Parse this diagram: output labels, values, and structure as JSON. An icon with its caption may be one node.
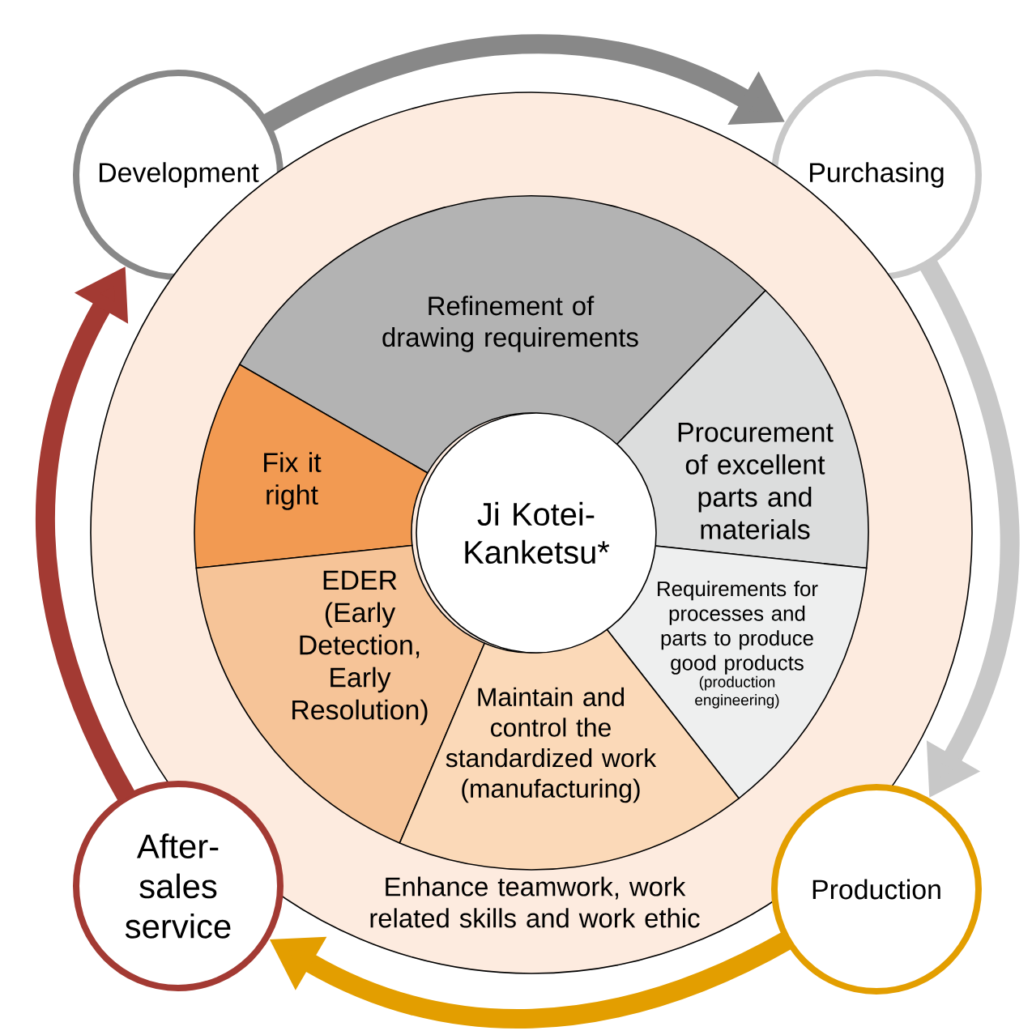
{
  "diagram": {
    "nodes": [
      {
        "text": [
          "Development"
        ]
      },
      {
        "text": [
          "Purchasing"
        ]
      },
      {
        "text": [
          "Enhance teamwork, work related skills and work ethic"
        ]
      },
      {
        "text": [
          "Refinement of drawing requirements"
        ],
        "in": 2
      },
      {
        "text": [
          "Fix it right"
        ],
        "in": 2
      },
      {
        "text": [
          "Procurement of excellent parts and materials"
        ],
        "in": 2
      },
      {
        "text": [
          "Ji Kotei- Kanketsu*"
        ],
        "in": 2
      },
      {
        "text": [
          "Requirements for processes and parts to produce good products",
          "(production engineering)"
        ],
        "in": 2
      },
      {
        "text": [
          "EDER (Early Detection, Early Resolution)"
        ],
        "in": 2
      },
      {
        "text": [
          "Maintain and control the standardized work (manufacturing)"
        ],
        "in": 2
      },
      {
        "text": [
          "After- sales service"
        ]
      },
      {
        "text": [
          "Production"
        ]
      }
    ],
    "edges": [
      {
        "from": 0,
        "to": 1,
        "arrow": "to",
        "color": "#888888"
      },
      {
        "from": 1,
        "to": 11,
        "arrow": "to",
        "color": "#c8c8c8"
      },
      {
        "from": 11,
        "to": 10,
        "arrow": "to",
        "color": "#e39e00"
      },
      {
        "from": 10,
        "to": 0,
        "arrow": "to",
        "color": "#a33a33"
      }
    ]
  }
}
